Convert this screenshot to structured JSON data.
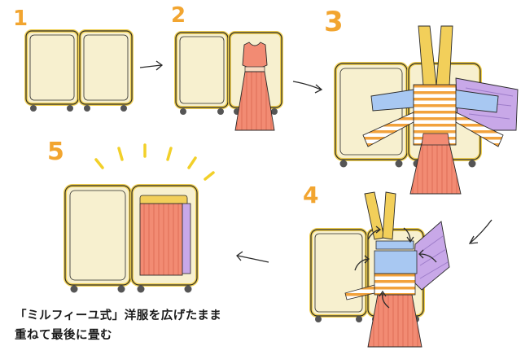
{
  "steps": [
    {
      "number": "1"
    },
    {
      "number": "2"
    },
    {
      "number": "3"
    },
    {
      "number": "4"
    },
    {
      "number": "5"
    }
  ],
  "caption": {
    "line1": "「ミルフィーユ式」洋服を広げたまま",
    "line2": "重ねて最後に畳む"
  },
  "colors": {
    "suitcase_fill": "#f7f0cf",
    "suitcase_edge": "#f0cf50",
    "outline": "#2a2a2a",
    "number": "#f2a530",
    "dress": "#f28b73",
    "pants": "#f2cf5a",
    "stripes": "#f2a23c",
    "shirt": "#a8c8f2",
    "purple": "#c8a8e8",
    "spark": "#f2d02a"
  }
}
